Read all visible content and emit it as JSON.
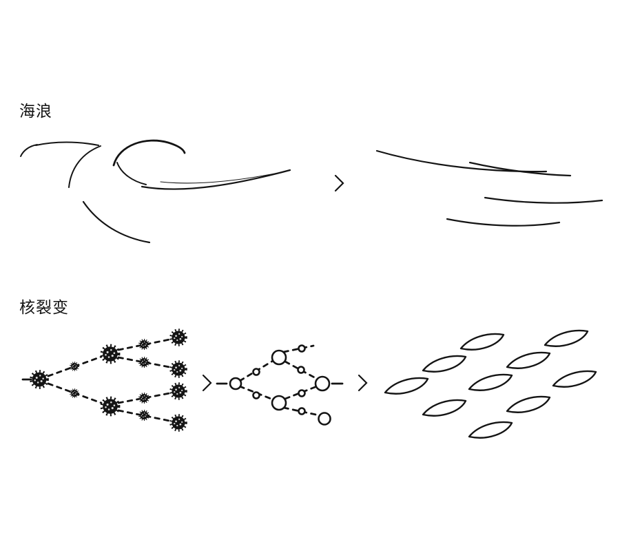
{
  "theme": {
    "paper": "#ffffff",
    "ink": "#141414"
  },
  "sections": {
    "waves": {
      "label": "海浪"
    },
    "fission": {
      "label": "核裂变"
    }
  },
  "icons": {
    "transform_arrow": "chevron-right"
  }
}
